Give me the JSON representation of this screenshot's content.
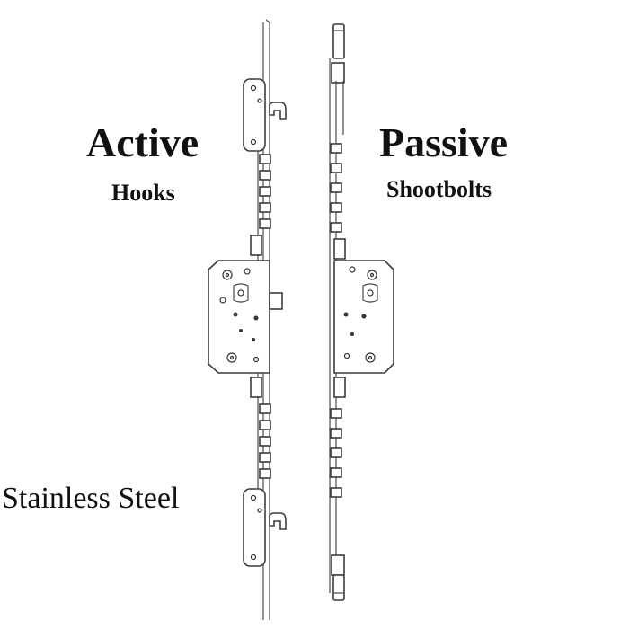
{
  "labels": {
    "active_title": "Active",
    "active_sub": "Hooks",
    "passive_title": "Passive",
    "passive_sub": "Shootbolts",
    "material": "Stainless Steel"
  },
  "icons": {
    "active_lock": "active-hook-lock-drawing",
    "passive_lock": "passive-shootbolt-lock-drawing"
  },
  "colors": {
    "background": "#ffffff",
    "text": "#111111",
    "line": "#4a4a4a"
  }
}
